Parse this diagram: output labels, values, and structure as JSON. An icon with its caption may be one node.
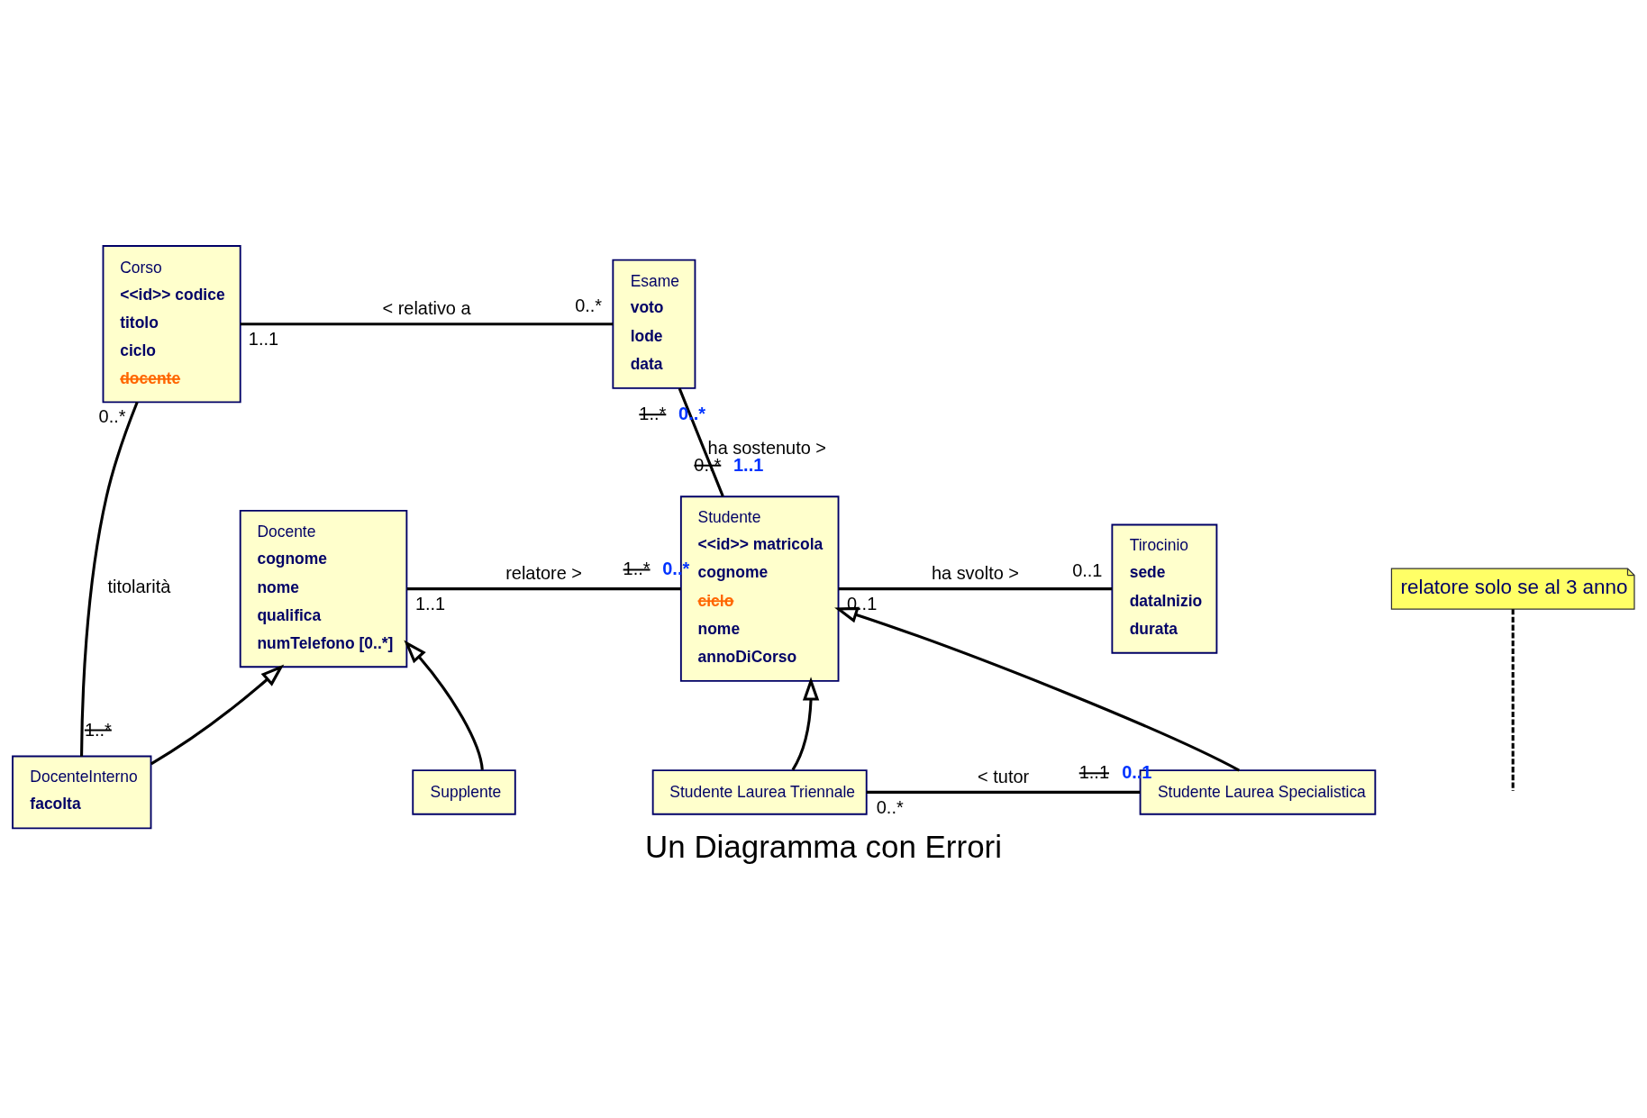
{
  "diagram": {
    "title": "Un Diagramma con Errori",
    "nodes": [
      {
        "text": [
          "Corso",
          "<<id>> codice",
          "titolo",
          "ciclo",
          "docente"
        ]
      },
      {
        "text": [
          "Esame",
          "voto",
          "lode",
          "data"
        ]
      },
      {
        "text": [
          "Docente",
          "cognome",
          "nome",
          "qualifica",
          "numTelefono [0..*]"
        ]
      },
      {
        "text": [
          "relatore solo se al 3 anno"
        ]
      },
      {
        "text": [
          "Studente",
          "<<id>> matricola",
          "cognome",
          "ciclo",
          "nome",
          "annoDiCorso"
        ]
      },
      {
        "text": [
          "Tirocinio",
          "sede",
          "dataInizio",
          "durata"
        ]
      },
      {
        "text": [
          "DocenteInterno",
          "facolta"
        ]
      },
      {
        "text": [
          "Supplente"
        ]
      },
      {
        "text": [
          "Studente Laurea Triennale"
        ]
      },
      {
        "text": [
          "Studente Laurea Specialistica"
        ]
      }
    ],
    "edges": [
      {
        "from": 0,
        "to": 6,
        "arrow": "none",
        "label": "titolarità"
      },
      {
        "from": 0,
        "to": 1,
        "arrow": "none",
        "label": "< relativo a"
      },
      {
        "from": 1,
        "to": 4,
        "arrow": "none",
        "label": "ha sostenuto >"
      },
      {
        "from": 2,
        "to": 4,
        "arrow": "none",
        "label": "relatore >"
      },
      {
        "from": 3,
        "to": null,
        "arrow": "none",
        "style": "dashed"
      },
      {
        "from": 4,
        "to": 5,
        "arrow": "none",
        "label": "ha svolto >"
      },
      {
        "from": 6,
        "to": 2,
        "arrow": "to"
      },
      {
        "from": 7,
        "to": 2,
        "arrow": "to"
      },
      {
        "from": 8,
        "to": 4,
        "arrow": "to"
      },
      {
        "from": 9,
        "to": 4,
        "arrow": "to"
      },
      {
        "from": 8,
        "to": 9,
        "arrow": "none",
        "label": "< tutor"
      }
    ],
    "labels": [
      "0..*",
      "1..*",
      "0..*",
      "1..1",
      "0..*",
      "0..*",
      "1..1",
      "1..1",
      "0..1",
      "1..*",
      "0..*",
      "0..1",
      "1..*",
      "0..*",
      "1..1",
      "0..1"
    ]
  }
}
